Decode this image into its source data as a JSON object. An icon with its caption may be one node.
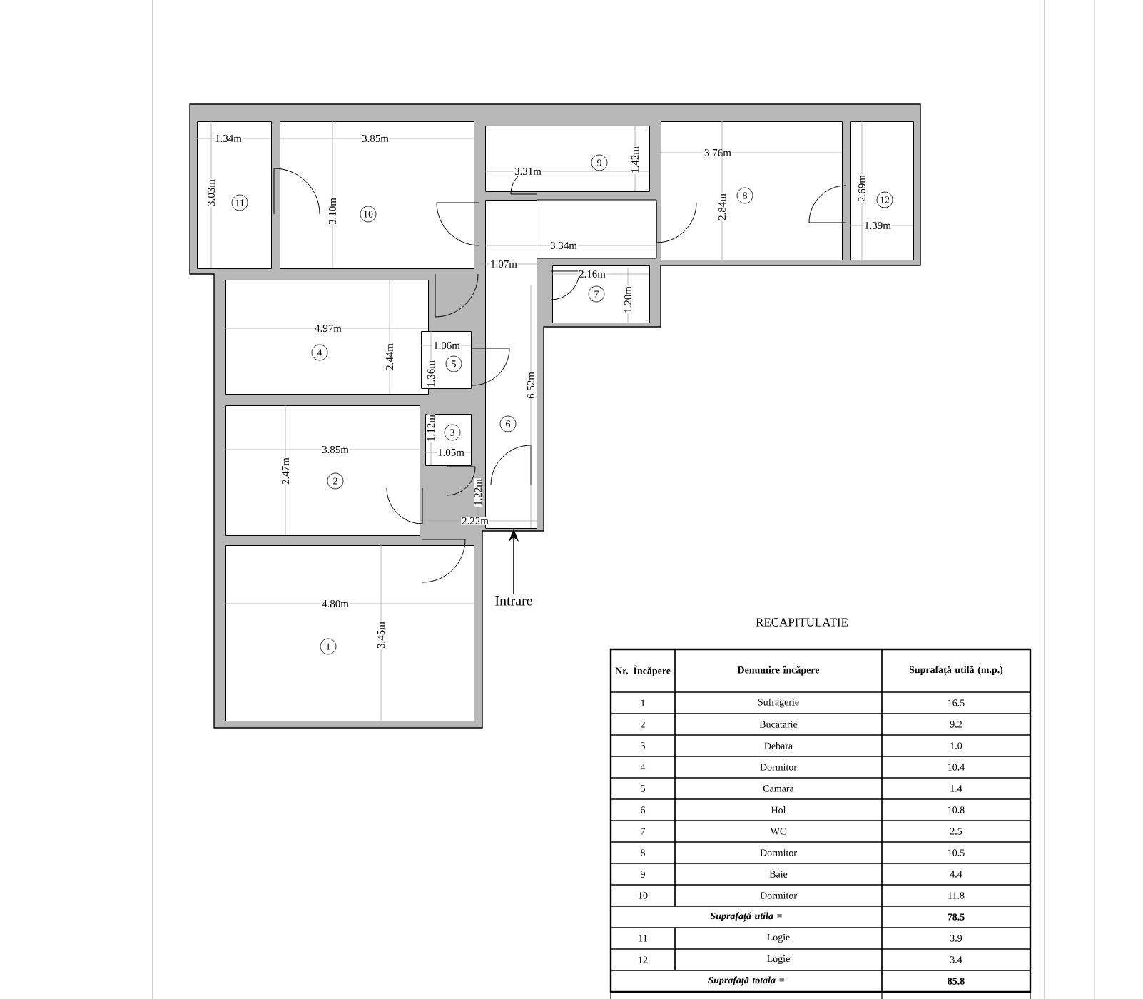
{
  "diagram": {
    "nodes": [
      {
        "text": [
          "11"
        ]
      },
      {
        "text": [
          "10"
        ]
      },
      {
        "text": [
          "9"
        ]
      },
      {
        "text": [
          "8"
        ]
      },
      {
        "text": [
          "12"
        ]
      },
      {
        "text": [
          "6"
        ]
      },
      {
        "text": [
          "7"
        ]
      },
      {
        "text": [
          "4"
        ]
      },
      {
        "text": [
          "5"
        ]
      },
      {
        "text": [
          "3"
        ]
      },
      {
        "text": [
          "2"
        ]
      },
      {
        "text": [
          "1"
        ]
      },
      {
        "text": [
          "Intrare"
        ]
      }
    ],
    "edges": [
      {
        "from": 12,
        "to": 5,
        "arrow": "to"
      }
    ],
    "labels": [
      "1.34m",
      "3.85m",
      "3.03m",
      "3.10m",
      "3.31m",
      "1.42m",
      "3.76m",
      "2.84m",
      "2.69m",
      "1.39m",
      "3.34m",
      "1.07m",
      "2.16m",
      "1.20m",
      "4.97m",
      "2.44m",
      "1.06m",
      "1.36m",
      "6.52m",
      "1.12m",
      "1.05m",
      "3.85m",
      "2.47m",
      "1.22m",
      "2.22m",
      "4.80m",
      "3.45m",
      "RECAPITULATIE",
      "Nr. Încăpere",
      "Denumire încăpere",
      "Suprafață utilă (m.p.)",
      "1",
      "Sufragerie",
      "16.5",
      "2",
      "Bucatarie",
      "9.2",
      "3",
      "Debara",
      "1.0",
      "4",
      "Dormitor",
      "10.4",
      "5",
      "Camara",
      "1.4",
      "6",
      "Hol",
      "10.8",
      "7",
      "WC",
      "2.5",
      "8",
      "Dormitor",
      "10.5",
      "9",
      "Baie",
      "4.4",
      "10",
      "Dormitor",
      "11.8",
      "Suprafață utila =",
      "78.5",
      "11",
      "Logie",
      "3.9",
      "12",
      "Logie",
      "3.4",
      "Suprafață totala =",
      "85.8"
    ]
  }
}
